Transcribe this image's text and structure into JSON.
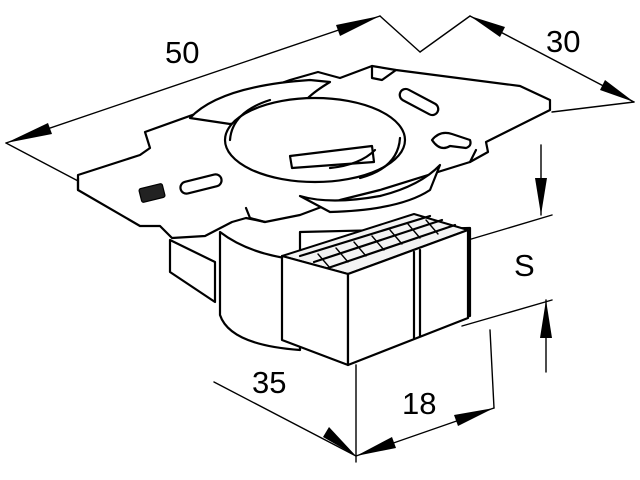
{
  "dimensions": {
    "length": "50",
    "depth": "30",
    "terminal_depth": "35",
    "terminal_width": "18",
    "height_symbol": "S"
  }
}
